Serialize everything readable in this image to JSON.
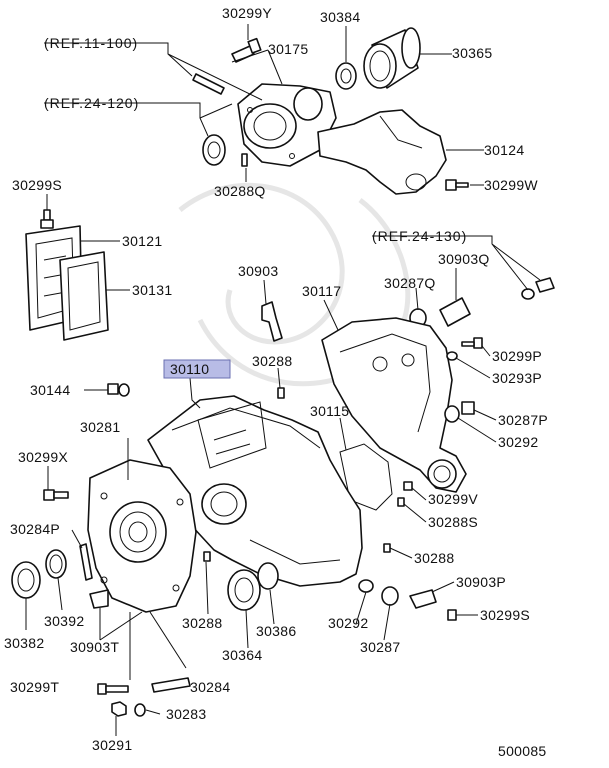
{
  "refs": {
    "r1": "(REF.11-100)",
    "r2": "(REF.24-120)",
    "r3": "(REF.24-130)"
  },
  "highlight": {
    "part": "30110",
    "color": "#b8bce6"
  },
  "labels": {
    "p30299Y": "30299Y",
    "p30384": "30384",
    "p30175": "30175",
    "p30365": "30365",
    "p30288Q": "30288Q",
    "p30124": "30124",
    "p30299W": "30299W",
    "p30299S_top": "30299S",
    "p30121": "30121",
    "p30131": "30131",
    "p30903": "30903",
    "p30903Q": "30903Q",
    "p30117": "30117",
    "p30287Q": "30287Q",
    "p30299P": "30299P",
    "p30293P": "30293P",
    "p30288_mid": "30288",
    "p30144": "30144",
    "p30115": "30115",
    "p30287P": "30287P",
    "p30281": "30281",
    "p30292_right": "30292",
    "p30299X": "30299X",
    "p30299V": "30299V",
    "p30288S": "30288S",
    "p30284P": "30284P",
    "p30288_low": "30288",
    "p30903P": "30903P",
    "p30382": "30382",
    "p30392": "30392",
    "p30288_bottom": "30288",
    "p30386": "30386",
    "p30292_bottom": "30292",
    "p30299S_bottom": "30299S",
    "p30903T": "30903T",
    "p30364": "30364",
    "p30287": "30287",
    "p30299T": "30299T",
    "p30284": "30284",
    "p30283": "30283",
    "p30291": "30291"
  },
  "diagram_code": "500085"
}
